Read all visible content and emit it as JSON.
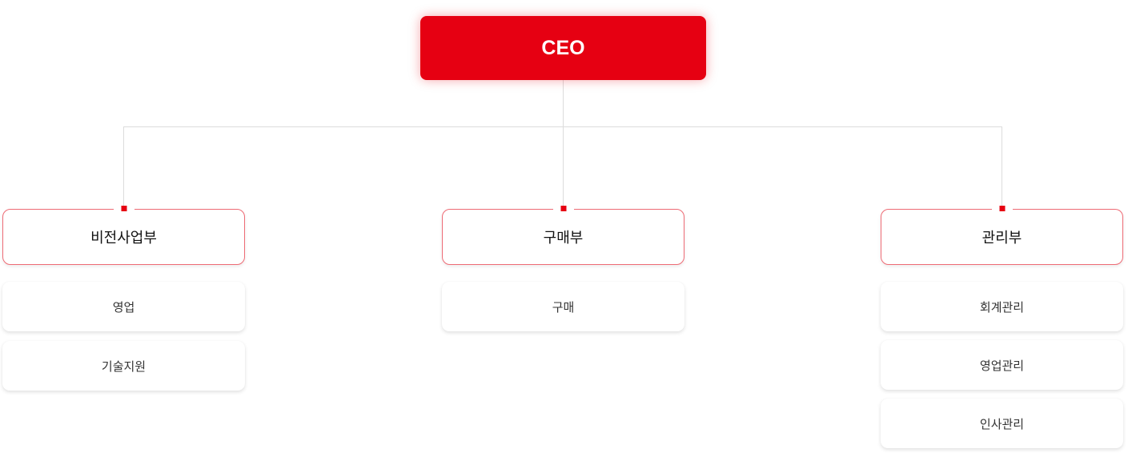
{
  "ceo": {
    "label": "CEO"
  },
  "colors": {
    "accent": "#e60012",
    "dept_border": "#ee6b75",
    "connector": "#dcdcdc"
  },
  "departments": [
    {
      "label": "비전사업부",
      "items": [
        {
          "label": "영업"
        },
        {
          "label": "기술지원"
        }
      ]
    },
    {
      "label": "구매부",
      "items": [
        {
          "label": "구매"
        }
      ]
    },
    {
      "label": "관리부",
      "items": [
        {
          "label": "회계관리"
        },
        {
          "label": "영업관리"
        },
        {
          "label": "인사관리"
        }
      ]
    }
  ]
}
